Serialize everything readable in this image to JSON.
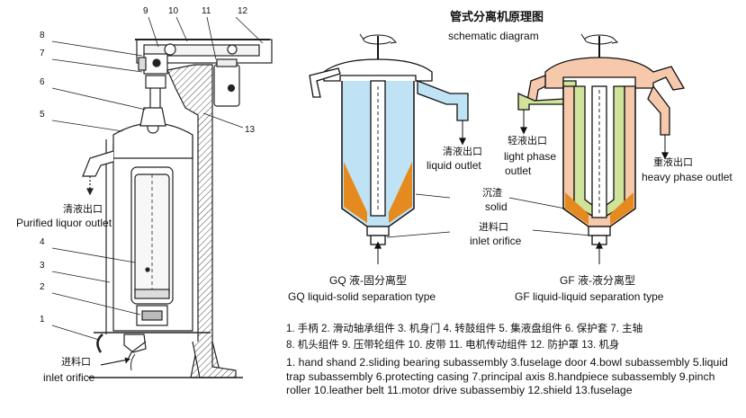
{
  "diagram": {
    "title_cn": "管式分离机原理图",
    "title_en": "schematic diagram",
    "part_numbers": [
      "1",
      "2",
      "3",
      "4",
      "5",
      "6",
      "7",
      "8",
      "9",
      "10",
      "11",
      "12",
      "13"
    ],
    "left": {
      "outlet_cn": "清液出口",
      "outlet_en": "Purified liquor outlet",
      "inlet_cn": "进料口",
      "inlet_en": "inlet orifice"
    },
    "gq": {
      "outlet_cn": "清液出口",
      "outlet_en": "liquid outlet",
      "solid_cn": "沉渣",
      "solid_en": "solid",
      "inlet_cn": "进料口",
      "inlet_en": "inlet orifice",
      "caption_cn": "GQ 液-固分离型",
      "caption_en": "GQ liquid-solid separation type"
    },
    "gf": {
      "light_cn": "轻液出口",
      "light_en_1": "light phase",
      "light_en_2": "outlet",
      "heavy_cn": "重液出口",
      "heavy_en": "heavy phase outlet",
      "caption_cn": "GF 液-液分离型",
      "caption_en": "GF liquid-liquid separation type"
    },
    "legend_cn_1": "1. 手柄  2. 滑动轴承组件  3. 机身门  4. 转鼓组件  5. 集液盘组件  6. 保护套 7. 主轴",
    "legend_cn_2": "8. 机头组件 9. 压带轮组件  10. 皮带  11. 电机传动组件    12. 防护罩  13. 机身",
    "legend_en": "1. hand shand  2.sliding bearing subassembly  3.fuselage door  4.bowl subassembly  5.liquid trap subassembly  6.protecting casing  7.principal axis  8.handpiece subassembly 9.pinch roller  10.leather belt  11.motor drive subassembiy  12.shield 13.fuselage",
    "colors": {
      "clear_liquid": "#bfe3f4",
      "solid": "#e58a1f",
      "light_phase": "#cfe39b",
      "heavy_phase": "#f6c9ad",
      "line": "#111111"
    }
  }
}
